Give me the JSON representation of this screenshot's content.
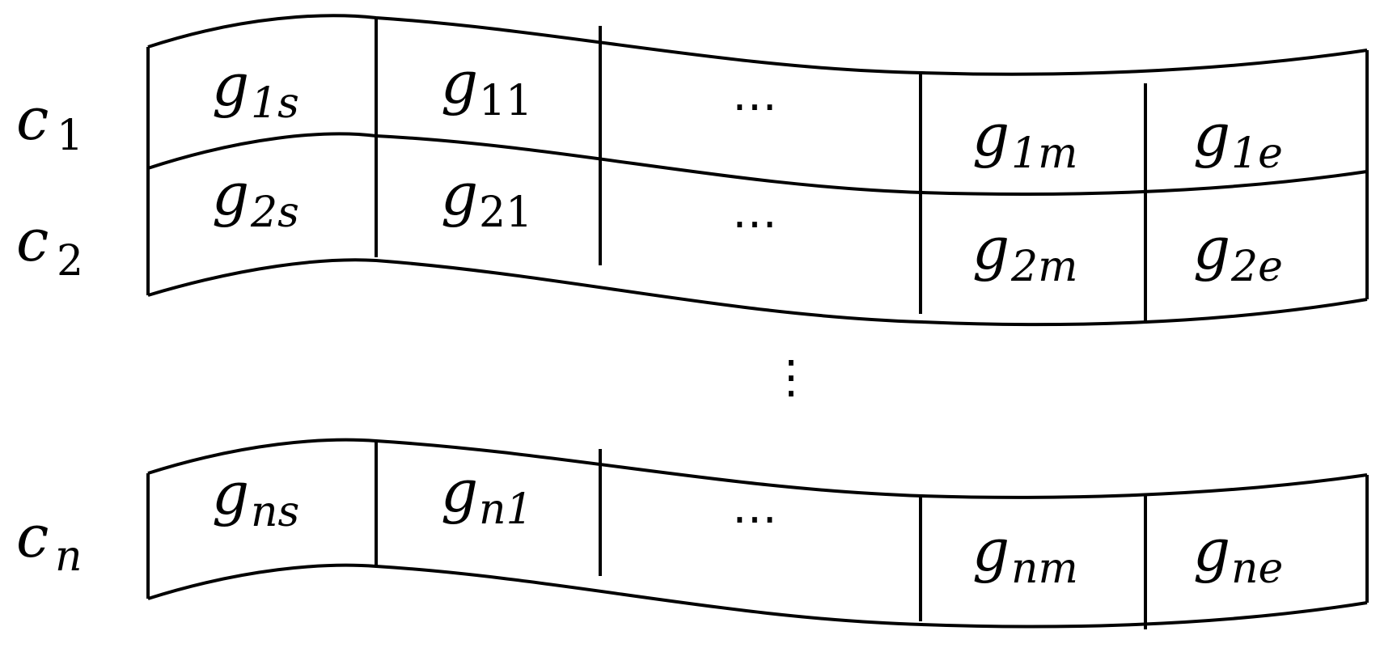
{
  "rows": [
    {
      "label": {
        "var": "c",
        "sub": "1"
      },
      "cells": [
        {
          "var": "g",
          "sub": "1s"
        },
        {
          "var": "g",
          "sub": "11"
        },
        {
          "ellipsis": "⋯"
        },
        {
          "var": "g",
          "sub": "1m"
        },
        {
          "var": "g",
          "sub": "1e"
        }
      ]
    },
    {
      "label": {
        "var": "c",
        "sub": "2"
      },
      "cells": [
        {
          "var": "g",
          "sub": "2s"
        },
        {
          "var": "g",
          "sub": "21"
        },
        {
          "ellipsis": "⋯"
        },
        {
          "var": "g",
          "sub": "2m"
        },
        {
          "var": "g",
          "sub": "2e"
        }
      ]
    },
    {
      "label": {
        "var": "c",
        "sub": "n"
      },
      "cells": [
        {
          "var": "g",
          "sub": "ns"
        },
        {
          "var": "g",
          "sub": "n1"
        },
        {
          "ellipsis": "⋯"
        },
        {
          "var": "g",
          "sub": "nm"
        },
        {
          "var": "g",
          "sub": "ne"
        }
      ]
    }
  ],
  "vertical_ellipsis": "⋮"
}
